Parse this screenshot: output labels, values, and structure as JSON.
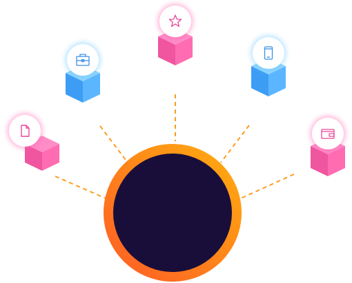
{
  "diagram": {
    "hub": {
      "ring_color_start": "#ff5a26",
      "ring_color_end": "#ffb00f",
      "core_color": "#190e3a"
    },
    "connector_color": "#ff9b1e",
    "nodes": [
      {
        "id": "file",
        "icon": "file-icon",
        "cube": "pink"
      },
      {
        "id": "briefcase",
        "icon": "briefcase-icon",
        "cube": "blue"
      },
      {
        "id": "star",
        "icon": "star-icon",
        "cube": "pink"
      },
      {
        "id": "mobile",
        "icon": "mobile-icon",
        "cube": "blue"
      },
      {
        "id": "wallet",
        "icon": "wallet-icon",
        "cube": "pink"
      }
    ],
    "palette": {
      "pink": {
        "top": "#ff8cc6",
        "left": "#f0559f",
        "right": "#ff6cb1",
        "glow": "#ff66b3",
        "icon": "#e7479a"
      },
      "blue": {
        "top": "#8fd5ff",
        "left": "#3d9df5",
        "right": "#5bb6ff",
        "glow": "#6cc6ff",
        "icon": "#3a8ee6"
      }
    }
  }
}
